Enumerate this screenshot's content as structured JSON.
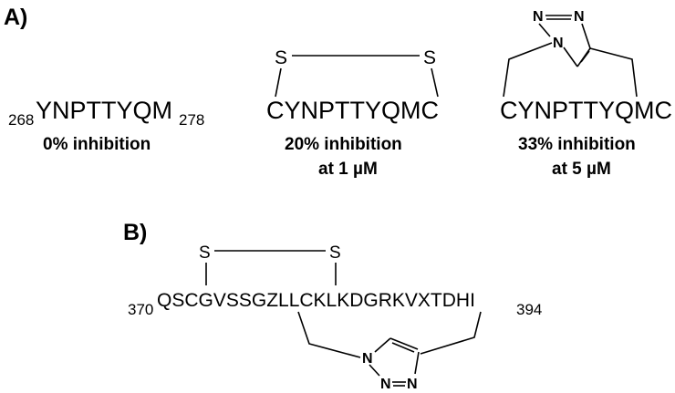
{
  "panel_a": {
    "label": "A)",
    "peptide1": {
      "start": "268",
      "sequence": "YNPTTYQM",
      "end": "278",
      "caption": "0% inhibition"
    },
    "peptide2": {
      "sequence": "CYNPTTYQMC",
      "bridge_left": "S",
      "bridge_right": "S",
      "caption_line1": "20% inhibition",
      "caption_line2": "at 1 µM"
    },
    "peptide3": {
      "sequence": "CYNPTTYQMC",
      "triazole_n1": "N",
      "triazole_n2": "N",
      "triazole_n3": "N",
      "caption_line1": "33% inhibition",
      "caption_line2": "at 5 µM"
    }
  },
  "panel_b": {
    "label": "B)",
    "start": "370",
    "sequence": "QSCGVSSGZLLCKLKDGRKVXTDHI",
    "end": "394",
    "bridge_left": "S",
    "bridge_right": "S",
    "triazole_n1": "N",
    "triazole_n2": "N",
    "triazole_n3": "N"
  }
}
